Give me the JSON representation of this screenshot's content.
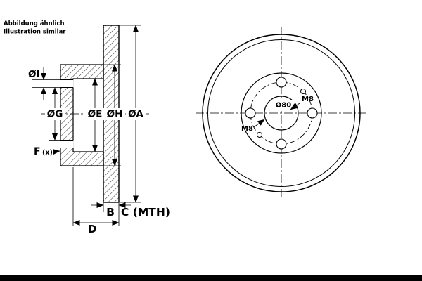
{
  "note": {
    "line1": "Abbildung ähnlich",
    "line2": "Illustration similar"
  },
  "section_view": {
    "dim_i": "ØI",
    "dim_g": "ØG",
    "dim_e": "ØE",
    "dim_h": "ØH",
    "dim_a": "ØA",
    "dim_f": "F",
    "dim_f_suffix": "(x)",
    "dim_b": "B",
    "dim_c": "C (MTH)",
    "dim_d": "D"
  },
  "front_view": {
    "center_bore": "Ø80",
    "thread_left": "M8",
    "thread_right": "M8"
  },
  "colors": {
    "ink": "#000000",
    "paper": "#ffffff"
  }
}
